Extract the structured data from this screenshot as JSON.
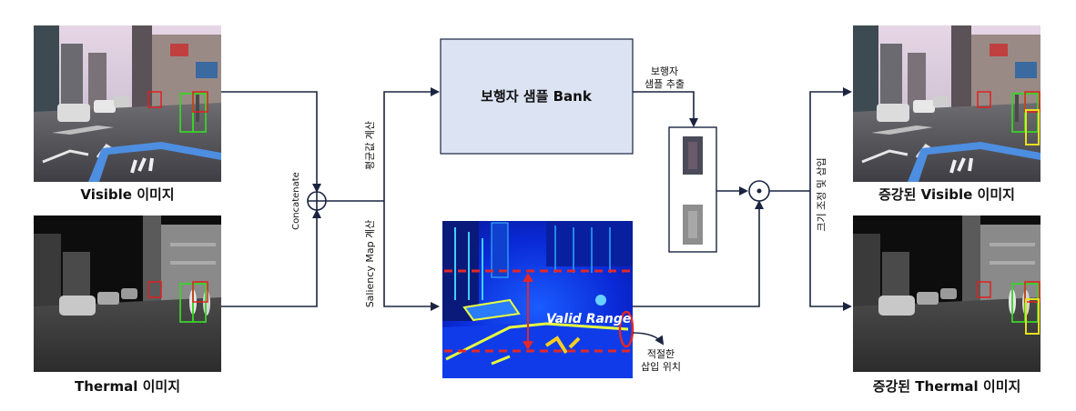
{
  "labels": {
    "visible_input": "Visible 이미지",
    "thermal_input": "Thermal 이미지",
    "concatenate": "Concatenate",
    "mean_calc": "평균값 계산",
    "saliency_calc": "Saliency Map 계산",
    "bank": "보행자 샘플 Bank",
    "extract_line1": "보행자",
    "extract_line2": "샘플 추출",
    "valid_range": "Valid Range",
    "position_line1": "적절한",
    "position_line2": "삽입 위치",
    "resize_insert": "크기 조정 및 삽입",
    "visible_output": "증강된 Visible 이미지",
    "thermal_output": "증강된 Thermal 이미지"
  },
  "colors": {
    "wire": "#1a2440",
    "bank_fill": "#dce3f3",
    "box_red": "#e02020",
    "box_green": "#3bd12a",
    "box_yellow": "#e6e020",
    "range_red": "#e22828"
  },
  "operators": {
    "concat": "circle-plus",
    "multiply": "circle-dot"
  }
}
